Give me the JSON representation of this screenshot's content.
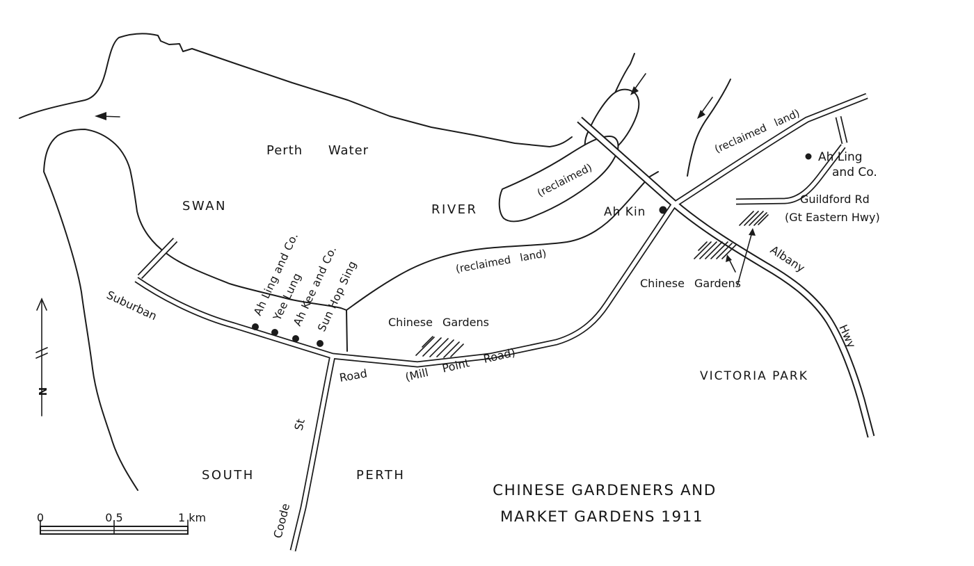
{
  "map": {
    "title_line1": "CHINESE GARDENERS AND",
    "title_line2": "MARKET GARDENS 1911",
    "water_labels": {
      "perth_water": "Perth Water",
      "swan": "SWAN",
      "river": "RIVER"
    },
    "area_labels": {
      "south": "SOUTH",
      "perth": "PERTH",
      "victoria_park": "VICTORIA PARK"
    },
    "reclaimed": {
      "island": "(reclaimed)",
      "left_flat": "(reclaimed land)",
      "right_road": "(reclaimed land)"
    },
    "roads": {
      "suburban": "Suburban",
      "road_word": "Road",
      "mill_point": "(Mill Point Road)",
      "coode": "Coode",
      "st": "St",
      "albany": "Albany",
      "hwy": "Hwy",
      "guildford": "Guildford Rd",
      "gt_eastern": "(Gt Eastern Hwy)"
    },
    "gardens": {
      "left_label": "Chinese Gardens",
      "right_label": "Chinese Gardens",
      "sites": [
        {
          "name": "Ah Ling and Co."
        },
        {
          "name": "Yee Lung"
        },
        {
          "name": "Ah Kee and Co."
        },
        {
          "name": "Sun Hop Sing"
        },
        {
          "name": "Ah Kin"
        },
        {
          "name": "Ah Ling"
        },
        {
          "name": "and Co."
        }
      ]
    },
    "compass": {
      "north": "N"
    },
    "scale": {
      "zero": "0",
      "half": "0.5",
      "one_km": "1 km"
    }
  },
  "colors": {
    "ink": "#1b1b1b",
    "paper": "#ffffff"
  }
}
